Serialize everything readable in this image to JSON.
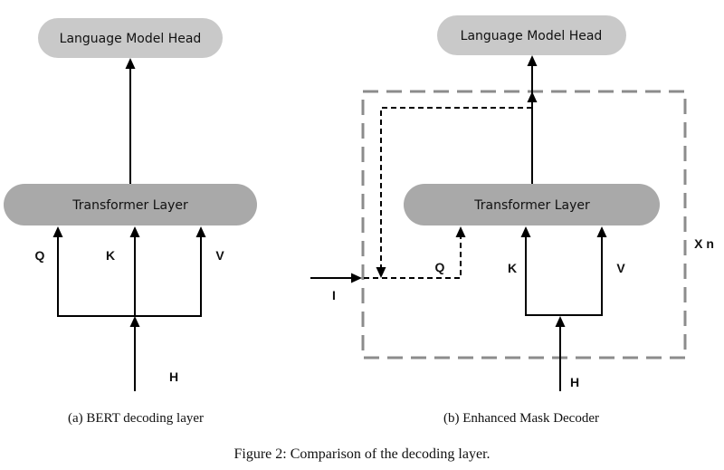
{
  "figure": {
    "caption": "Figure 2: Comparison of the decoding layer.",
    "colors": {
      "lm_head_fill": "#c9c9c9",
      "transformer_fill": "#a9a9a9",
      "arrow": "#000000",
      "repeat_box_border": "#8c8c8c"
    }
  },
  "panel_a": {
    "subcaption": "(a) BERT decoding layer",
    "lm_head_label": "Language Model Head",
    "transformer_label": "Transformer Layer",
    "inputs": {
      "q": "Q",
      "k": "K",
      "v": "V",
      "h": "H"
    }
  },
  "panel_b": {
    "subcaption": "(b) Enhanced Mask Decoder",
    "lm_head_label": "Language Model Head",
    "transformer_label": "Transformer Layer",
    "repeat_label": "X n",
    "inputs": {
      "i": "I",
      "q": "Q",
      "k": "K",
      "v": "V",
      "h": "H"
    }
  }
}
